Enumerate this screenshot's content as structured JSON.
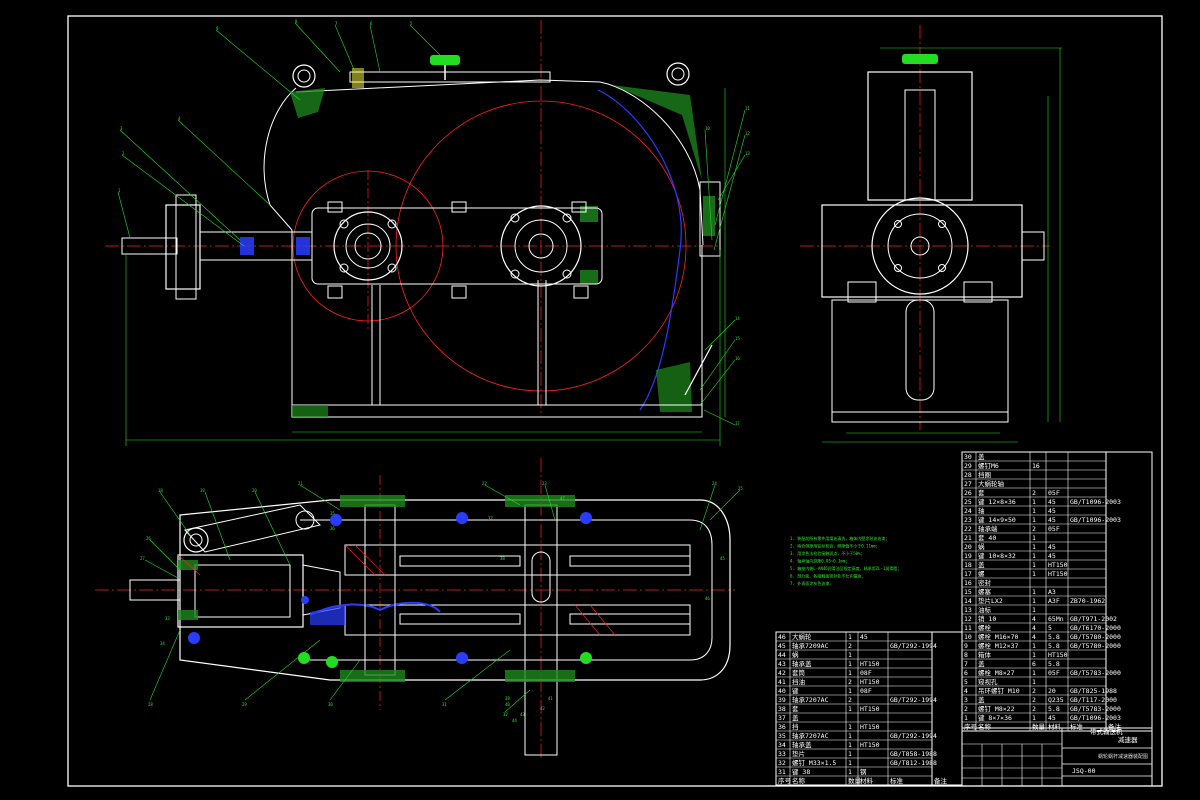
{
  "drawing": {
    "code": "JSQ-00",
    "title_main": "带式输送机",
    "title_sub": "减速器",
    "doc_title": "蜗轮蜗杆减速器装配图",
    "tech_notes": [
      "1. 装配前所有零件用煤油清洗，箱体内壁涂耐油油漆；",
      "2. 啮合侧隙用铅丝检验，侧隙值不小于0.11mm；",
      "3. 用涂色法检验接触斑点，不小于50%；",
      "4. 轴承轴向游隙0.05~0.1mm；",
      "5. 箱座内装L-AN46润滑油至规定高度，轴承用ZL-1润滑脂；",
      "6. 剖分面、各接触面密封处不允许漏油；",
      "7. 外表面涂灰色油漆。"
    ]
  },
  "parts_right": [
    {
      "no": "30",
      "name": "盖",
      "qty": "",
      "mat": "",
      "std": ""
    },
    {
      "no": "29",
      "name": "螺钉M6",
      "qty": "16",
      "mat": "",
      "std": ""
    },
    {
      "no": "28",
      "name": "挡圈",
      "qty": "",
      "mat": "",
      "std": ""
    },
    {
      "no": "27",
      "name": "大蜗轮轴",
      "qty": "",
      "mat": "",
      "std": ""
    },
    {
      "no": "26",
      "name": "套",
      "qty": "2",
      "mat": "05F",
      "std": ""
    },
    {
      "no": "25",
      "name": "键 12×8×36",
      "qty": "1",
      "mat": "45",
      "std": "GB/T1096-2003"
    },
    {
      "no": "24",
      "name": "轴",
      "qty": "1",
      "mat": "45",
      "std": ""
    },
    {
      "no": "23",
      "name": "键 14×9×50",
      "qty": "1",
      "mat": "45",
      "std": "GB/T1096-2003"
    },
    {
      "no": "22",
      "name": "轴承端",
      "qty": "2",
      "mat": "05F",
      "std": ""
    },
    {
      "no": "21",
      "name": "套 40",
      "qty": "1",
      "mat": "",
      "std": ""
    },
    {
      "no": "20",
      "name": "蜗",
      "qty": "1",
      "mat": "45",
      "std": ""
    },
    {
      "no": "19",
      "name": "键 10×8×32",
      "qty": "1",
      "mat": "45",
      "std": ""
    },
    {
      "no": "18",
      "name": "盖",
      "qty": "1",
      "mat": "HT150",
      "std": ""
    },
    {
      "no": "17",
      "name": "螺",
      "qty": "1",
      "mat": "HT150",
      "std": ""
    },
    {
      "no": "16",
      "name": "密封",
      "qty": "",
      "mat": "",
      "std": ""
    },
    {
      "no": "15",
      "name": "螺塞",
      "qty": "1",
      "mat": "A3",
      "std": ""
    },
    {
      "no": "14",
      "name": "垫片LX2",
      "qty": "1",
      "mat": "A3F",
      "std": "ZB70-1962"
    },
    {
      "no": "13",
      "name": "油标",
      "qty": "1",
      "mat": "",
      "std": ""
    },
    {
      "no": "12",
      "name": "销 10",
      "qty": "4",
      "mat": "65Mn",
      "std": "GB/T971-2002"
    },
    {
      "no": "11",
      "name": "螺栓",
      "qty": "4",
      "mat": "5",
      "std": "GB/T6170-2000"
    },
    {
      "no": "10",
      "name": "螺栓 M16×70",
      "qty": "4",
      "mat": "5.8",
      "std": "GB/T5780-2000"
    },
    {
      "no": "9",
      "name": "螺栓 M12×37",
      "qty": "1",
      "mat": "5.8",
      "std": "GB/T5780-2000"
    },
    {
      "no": "8",
      "name": "箱体",
      "qty": "1",
      "mat": "HT150",
      "std": ""
    },
    {
      "no": "7",
      "name": "盖",
      "qty": "6",
      "mat": "5.8",
      "std": ""
    },
    {
      "no": "6",
      "name": "螺栓 M8×27",
      "qty": "1",
      "mat": "05F",
      "std": "GB/T5783-2000"
    },
    {
      "no": "5",
      "name": "窥视孔",
      "qty": "1",
      "mat": "",
      "std": ""
    },
    {
      "no": "4",
      "name": "吊环螺钉 M10",
      "qty": "2",
      "mat": "20",
      "std": "GB/T825-1988"
    },
    {
      "no": "3",
      "name": "盖",
      "qty": "2",
      "mat": "Q235",
      "std": "GB/T117-2000"
    },
    {
      "no": "2",
      "name": "螺钉 M8×22",
      "qty": "2",
      "mat": "5.8",
      "std": "GB/T5783-2000"
    },
    {
      "no": "1",
      "name": "键 8×7×36",
      "qty": "1",
      "mat": "45",
      "std": "GB/T1096-2003"
    }
  ],
  "parts_right_header": {
    "no": "序号",
    "name": "名称",
    "qty": "数量",
    "mat": "材料",
    "std": "标准",
    "note": "备注"
  },
  "parts_left": [
    {
      "no": "46",
      "name": "大蜗轮",
      "qty": "1",
      "mat": "45",
      "std": ""
    },
    {
      "no": "45",
      "name": "轴承7209AC",
      "qty": "2",
      "mat": "",
      "std": "GB/T292-1994"
    },
    {
      "no": "44",
      "name": "蜗",
      "qty": "1",
      "mat": "",
      "std": ""
    },
    {
      "no": "43",
      "name": "轴承盖",
      "qty": "1",
      "mat": "HT150",
      "std": ""
    },
    {
      "no": "42",
      "name": "套筒",
      "qty": "1",
      "mat": "08F",
      "std": ""
    },
    {
      "no": "41",
      "name": "挡油",
      "qty": "2",
      "mat": "HT150",
      "std": ""
    },
    {
      "no": "40",
      "name": "键",
      "qty": "1",
      "mat": "08F",
      "std": ""
    },
    {
      "no": "39",
      "name": "轴承7207AC",
      "qty": "2",
      "mat": "",
      "std": "GB/T292-1994"
    },
    {
      "no": "38",
      "name": "套",
      "qty": "1",
      "mat": "HT150",
      "std": ""
    },
    {
      "no": "37",
      "name": "盖",
      "qty": "",
      "mat": "",
      "std": ""
    },
    {
      "no": "36",
      "name": "挡",
      "qty": "1",
      "mat": "HT150",
      "std": ""
    },
    {
      "no": "35",
      "name": "轴承7207AC",
      "qty": "1",
      "mat": "",
      "std": "GB/T292-1994"
    },
    {
      "no": "34",
      "name": "轴承盖",
      "qty": "1",
      "mat": "HT150",
      "std": ""
    },
    {
      "no": "33",
      "name": "垫片",
      "qty": "1",
      "mat": "",
      "std": "GB/T858-1988"
    },
    {
      "no": "32",
      "name": "螺钉 M33×1.5",
      "qty": "1",
      "mat": "",
      "std": "GB/T812-1988"
    },
    {
      "no": "31",
      "name": "键 38",
      "qty": "1",
      "mat": "钢",
      "std": ""
    }
  ],
  "parts_left_header": {
    "no": "序号",
    "name": "名称",
    "qty": "数量",
    "mat": "材料",
    "std": "标准",
    "note": "备注"
  },
  "balloons_front": [
    "9",
    "8",
    "7",
    "6",
    "5",
    "4",
    "3",
    "2",
    "1",
    "10",
    "11",
    "12",
    "13",
    "14",
    "15",
    "16",
    "17"
  ],
  "balloons_plan": [
    "18",
    "19",
    "20",
    "21",
    "22",
    "23",
    "24",
    "25",
    "26",
    "27",
    "28",
    "29",
    "30",
    "31",
    "32",
    "33",
    "34",
    "35",
    "36",
    "37",
    "38",
    "39",
    "40",
    "41",
    "42",
    "43",
    "44",
    "45",
    "46",
    "47"
  ],
  "colors": {
    "bg": "#000000",
    "line": "#ffffff",
    "red": "#ff2020",
    "green": "#22dd22",
    "blue": "#2a3cff",
    "yellow": "#ffff40",
    "cyan": "#40ffff"
  }
}
